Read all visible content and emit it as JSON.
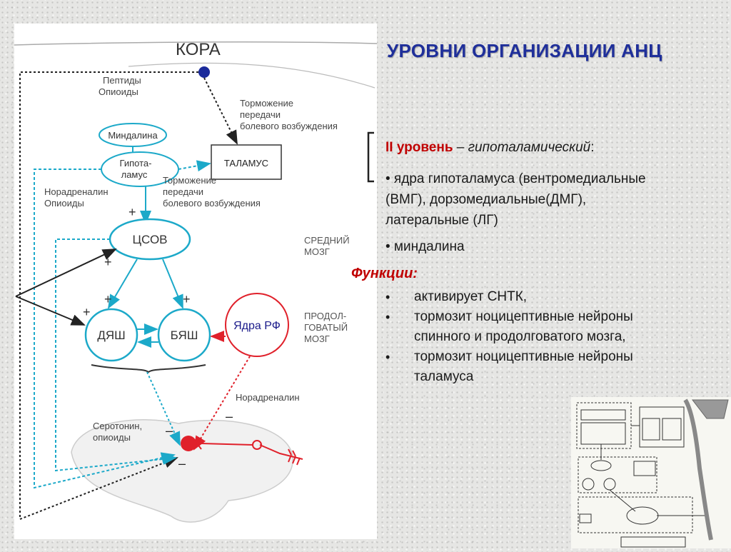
{
  "title": "УРОВНИ ОРГАНИЗАЦИИ АНЦ",
  "diagram": {
    "cortex": "КОРА",
    "peptides": [
      "Пептиды",
      "Опиоиды"
    ],
    "inhibition_top": [
      "Торможение",
      "передачи",
      "болевого возбуждения"
    ],
    "amygdala": "Миндалина",
    "hypothalamus": [
      "Гипота-",
      "ламус"
    ],
    "thalamus": "ТАЛАМУС",
    "inhibition_mid": [
      "Торможение",
      "передачи",
      "болевого возбуждения"
    ],
    "noradrenaline_opioids": [
      "Норадреналин",
      "Опиоиды"
    ],
    "pag": "ЦСОВ",
    "midbrain": [
      "СРЕДНИЙ",
      "МОЗГ"
    ],
    "dyash": "ДЯШ",
    "byash": "БЯШ",
    "rf_nuclei": "Ядра РФ",
    "medulla": [
      "ПРОДОЛ-",
      "ГОВАТЫЙ",
      "МОЗГ"
    ],
    "noradrenaline": "Норадреналин",
    "serotonin_opioids": [
      "Серотонин,",
      "опиоиды"
    ],
    "plus": "+",
    "minus": "–"
  },
  "level": {
    "prefix": "II уровень",
    "dash": " – ",
    "name": "гипоталамический",
    "colon": ":"
  },
  "hypothalamus_items": [
    "• ядра гипоталамуса (вентромедиальные (ВМГ), дорзомедиальные(ДМГ), латеральные (ЛГ)",
    "• миндалина"
  ],
  "functions_heading": "Функции:",
  "functions": [
    {
      "bullet": "•",
      "text": "активирует СНТК,"
    },
    {
      "bullet": "•",
      "text": "тормозит ноцицептивные нейроны спинного и продолговатого мозга,"
    },
    {
      "bullet": "•",
      "text": " тормозит ноцицептивные нейроны таламуса"
    }
  ],
  "colors": {
    "title": "#1f2f9a",
    "teal": "#1ca9c9",
    "red": "#e0212b",
    "navy": "#1a1a8a",
    "accent_red": "#c00000"
  }
}
